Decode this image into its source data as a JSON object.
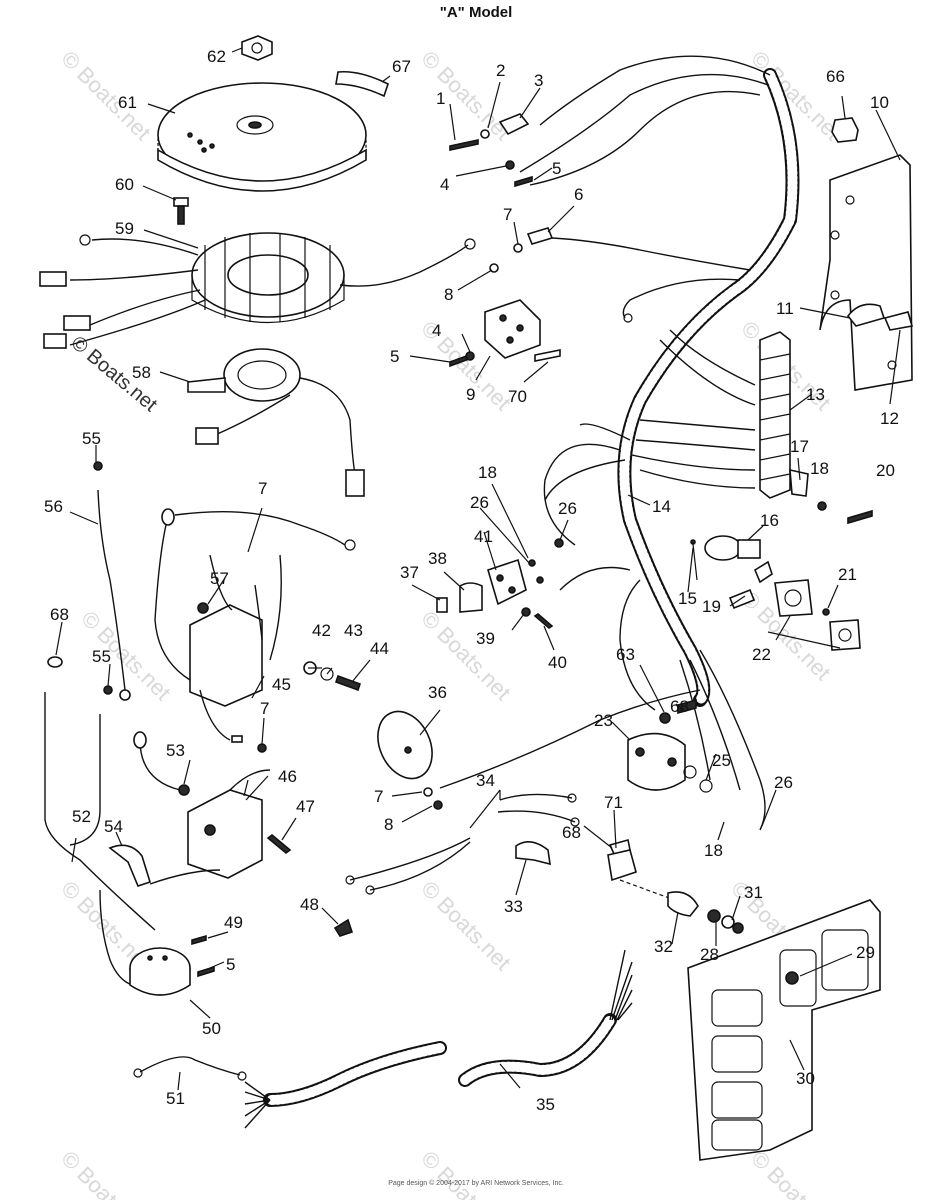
{
  "title": "\"A\" Model",
  "watermark": "© Boats.net",
  "footer": {
    "line1": "Page design © 2004-2017 by ARI Network Services, Inc."
  },
  "labels": {
    "1": "1",
    "2": "2",
    "3": "3",
    "4": "4",
    "5": "5",
    "6": "6",
    "7": "7",
    "8": "8",
    "9": "9",
    "10": "10",
    "11": "11",
    "12": "12",
    "13": "13",
    "14": "14",
    "15": "15",
    "16": "16",
    "17": "17",
    "18": "18",
    "19": "19",
    "20": "20",
    "21": "21",
    "22": "22",
    "23": "23",
    "25": "25",
    "26": "26",
    "28": "28",
    "29": "29",
    "30": "30",
    "31": "31",
    "32": "32",
    "33": "33",
    "34": "34",
    "35": "35",
    "36": "36",
    "37": "37",
    "38": "38",
    "39": "39",
    "40": "40",
    "41": "41",
    "42": "42",
    "43": "43",
    "44": "44",
    "45": "45",
    "46": "46",
    "47": "47",
    "48": "48",
    "49": "49",
    "50": "50",
    "51": "51",
    "52": "52",
    "53": "53",
    "54": "54",
    "55": "55",
    "56": "56",
    "57": "57",
    "58": "58",
    "59": "59",
    "60": "60",
    "61": "61",
    "62": "62",
    "63": "63",
    "66": "66",
    "67": "67",
    "68": "68",
    "70": "70",
    "71": "71"
  }
}
